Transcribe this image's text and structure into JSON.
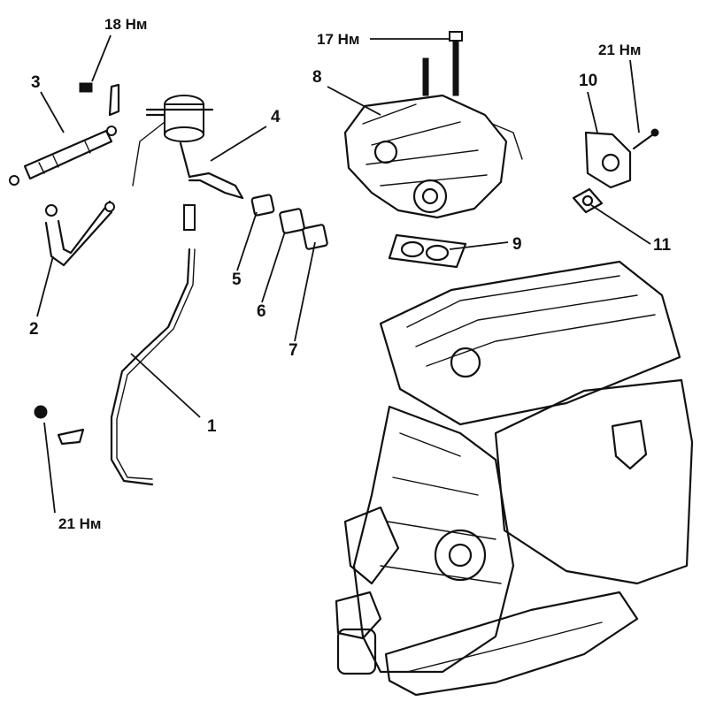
{
  "callouts": {
    "c1": "1",
    "c2": "2",
    "c3": "3",
    "c4": "4",
    "c5": "5",
    "c6": "6",
    "c7": "7",
    "c8": "8",
    "c9": "9",
    "c10": "10",
    "c11": "11"
  },
  "torques": {
    "t_top_left": "18 Нм",
    "t_top_center": "17 Нм",
    "t_top_right": "21 Нм",
    "t_bottom_left": "21 Нм"
  },
  "colors": {
    "ink": "#111111",
    "paper": "#ffffff"
  }
}
